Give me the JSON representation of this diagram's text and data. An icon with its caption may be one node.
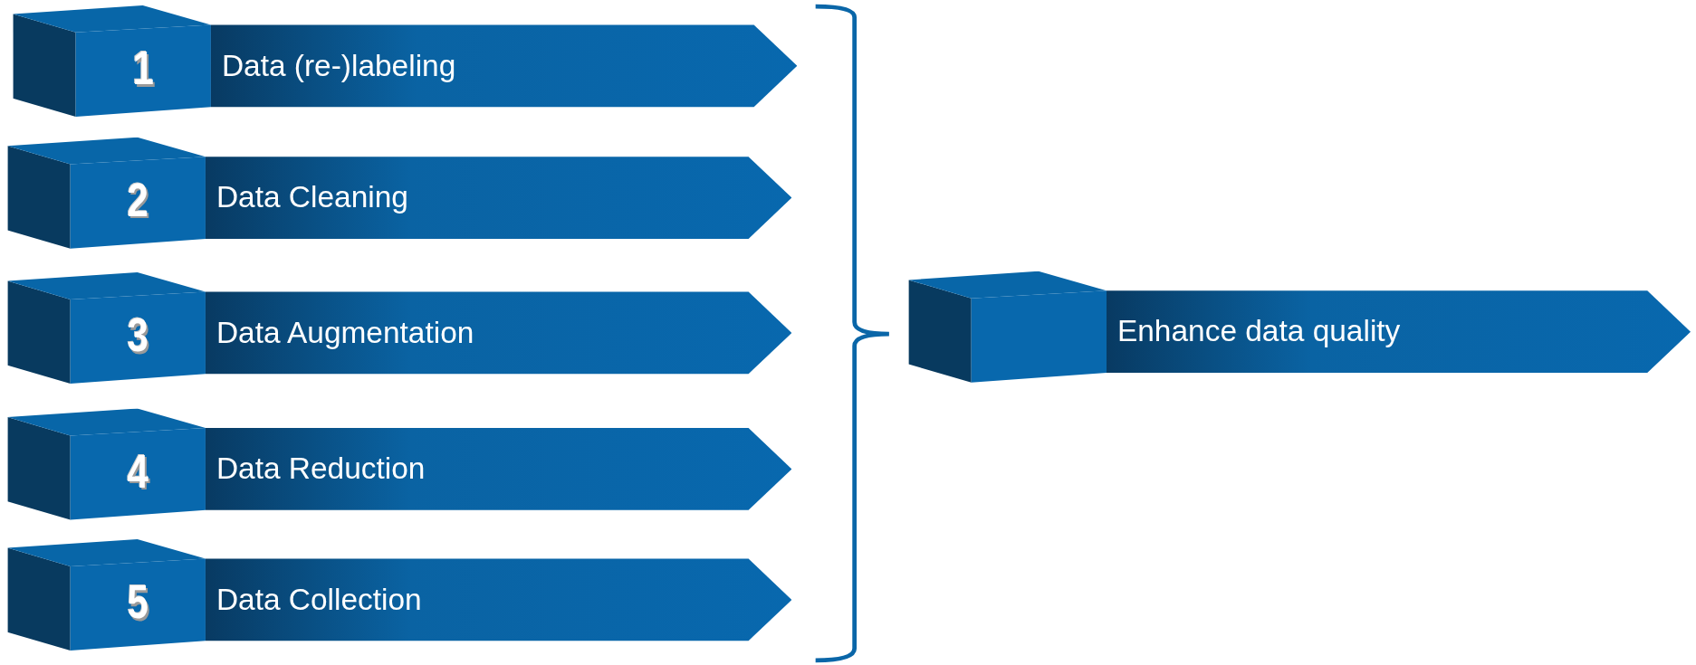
{
  "diagram": {
    "nodes": [
      {
        "text": [
          "1",
          "Data (re-)labeling"
        ]
      },
      {
        "text": [
          "2",
          "Data Cleaning"
        ]
      },
      {
        "text": [
          "3",
          "Data Augmentation"
        ]
      },
      {
        "text": [
          "4",
          "Data Reduction"
        ]
      },
      {
        "text": [
          "5",
          "Data Collection"
        ]
      },
      {
        "text": [
          "Enhance data quality"
        ]
      }
    ],
    "edges": []
  }
}
